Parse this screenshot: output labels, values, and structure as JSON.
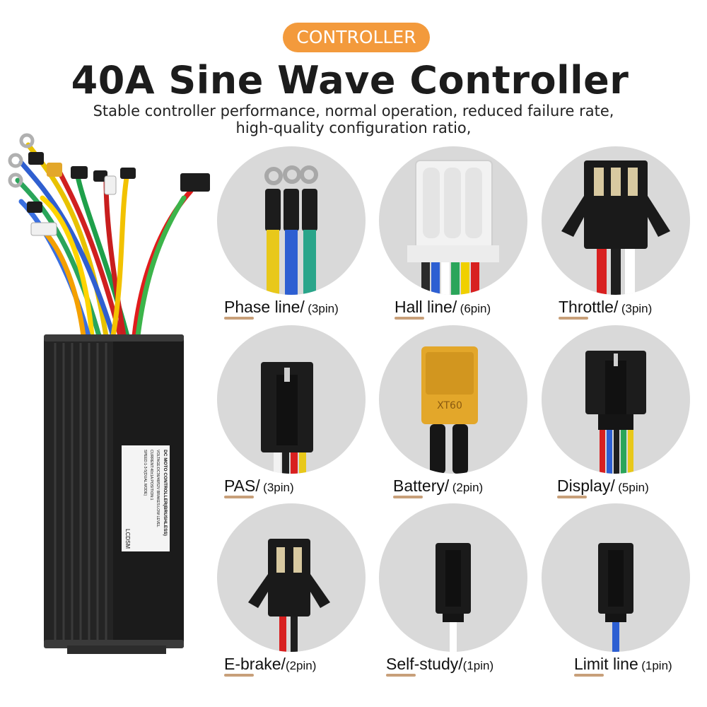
{
  "header": {
    "badge": "CONTROLLER",
    "title": "40A Sine Wave Controller",
    "subtitle_line1": "Stable controller performance, normal operation, reduced failure rate,",
    "subtitle_line2": "high-quality configuration ratio,"
  },
  "controller_label": {
    "line1": "DC MOTO CONTROLLER(BRUSHLESS)",
    "line2": "VOLTAGE:DC36/48/52V  BRAKES:LOW LEVEL",
    "line3": "CURRENT:40±1A   POSITION:1",
    "line4": "SPEED:1-3-5(DUAL MODE)",
    "brand": "LCDSM"
  },
  "connectors": [
    {
      "name": "Phase line/",
      "pins": "(3pin)"
    },
    {
      "name": "Hall line/",
      "pins": "(6pin)"
    },
    {
      "name": "Throttle/",
      "pins": "(3pin)"
    },
    {
      "name": "PAS/",
      "pins": "(3pin)"
    },
    {
      "name": "Battery/",
      "pins": "(2pin)"
    },
    {
      "name": "Display/",
      "pins": "(5pin)"
    },
    {
      "name": "E-brake/",
      "pins": "(2pin)"
    },
    {
      "name": "Self-study/",
      "pins": "(1pin)"
    },
    {
      "name": "Limit line",
      "pins": "(1pin)"
    }
  ],
  "battery_connector_text": "XT60",
  "colors": {
    "badge": "#f39a3c",
    "circle_bg": "#d9d9d9",
    "underline": "#c8a07a",
    "housing": "#1e1e1e",
    "battery_plug": "#e3a72a"
  }
}
